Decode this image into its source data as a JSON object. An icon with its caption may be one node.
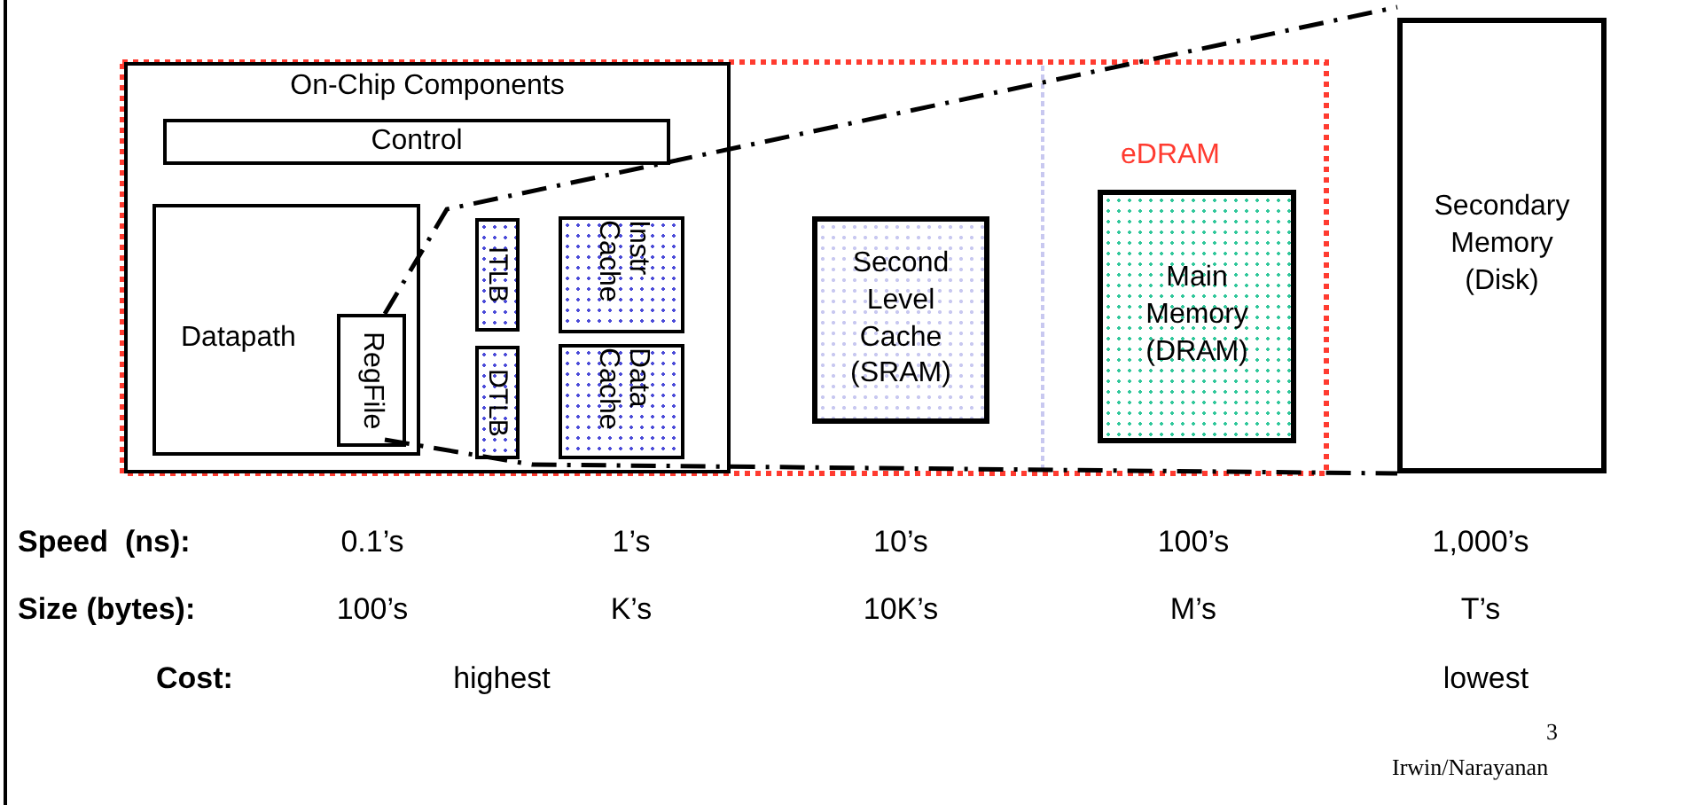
{
  "diagram": {
    "nodes": [
      {
        "text": [
          "On-Chip Components"
        ]
      },
      {
        "text": [
          "Control"
        ],
        "in": 0
      },
      {
        "text": [
          "Datapath"
        ],
        "in": 0
      },
      {
        "text": [
          "RegFile"
        ],
        "in": 2
      },
      {
        "text": [
          "ITLB"
        ],
        "in": 0
      },
      {
        "text": [
          "DTLB"
        ],
        "in": 0
      },
      {
        "text": [
          "Instr Cache"
        ],
        "in": 0
      },
      {
        "text": [
          "Data Cache"
        ],
        "in": 0
      },
      {
        "text": [
          "Second Level Cache (SRAM)"
        ]
      },
      {
        "text": [
          "Main Memory (DRAM)"
        ]
      },
      {
        "text": [
          "Secondary Memory (Disk)"
        ]
      }
    ],
    "edges": [
      {
        "from": 3,
        "to": 10,
        "arrow": "none",
        "style": "dashed"
      },
      {
        "from": 3,
        "to": 10,
        "arrow": "none",
        "style": "dashed"
      }
    ],
    "labels": [
      "eDRAM",
      "Speed  (ns):",
      "0.1’s",
      "1’s",
      "10’s",
      "100’s",
      "1,000’s",
      "Size (bytes):",
      "100’s",
      "K’s",
      "10K’s",
      "M’s",
      "T’s",
      "Cost:",
      "highest",
      "lowest",
      "3",
      "Irwin/Narayanan"
    ]
  }
}
